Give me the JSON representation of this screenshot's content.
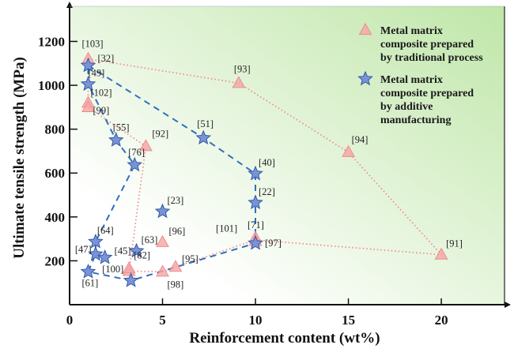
{
  "chart_data": {
    "type": "scatter",
    "title": "",
    "xlabel": "Reinforcement content (wt%)",
    "ylabel": "Ultimate tensile strength (MPa)",
    "xlim": [
      0,
      23.4
    ],
    "ylim": [
      0,
      1360
    ],
    "xticks": [
      0,
      5,
      10,
      15,
      20
    ],
    "yticks": [
      200,
      400,
      600,
      800,
      1000,
      1200
    ],
    "grid": false,
    "legend_position": "top-right",
    "colors": {
      "traditional": "#f4a6a6",
      "additive": "#7b93d6",
      "additive_line": "#2f6fc0",
      "traditional_line": "#f08c8c",
      "background_start": "#ffffff",
      "background_end": "#bfe6a8"
    },
    "series": [
      {
        "name": "Metal matrix composite prepared by traditional process",
        "legend_lines": [
          "Metal matrix",
          "composite prepared",
          "by traditional process"
        ],
        "marker": "triangle",
        "points": [
          {
            "x": 1.0,
            "y": 1120,
            "label": "[103]"
          },
          {
            "x": 9.1,
            "y": 1010,
            "label": "[93]"
          },
          {
            "x": 15.0,
            "y": 695,
            "label": "[94]"
          },
          {
            "x": 20.0,
            "y": 228,
            "label": "[91]"
          },
          {
            "x": 10.0,
            "y": 305,
            "label": "[71]"
          },
          {
            "x": 10.0,
            "y": 290,
            "label": "[101]"
          },
          {
            "x": 5.7,
            "y": 172,
            "label": "[95]"
          },
          {
            "x": 5.0,
            "y": 150,
            "label": "[98]"
          },
          {
            "x": 3.2,
            "y": 153,
            "label": "[82]"
          },
          {
            "x": 3.2,
            "y": 165,
            "label": "[100]"
          },
          {
            "x": 4.1,
            "y": 722,
            "label": "[92]"
          },
          {
            "x": 1.0,
            "y": 920,
            "label": "[102]"
          },
          {
            "x": 1.0,
            "y": 900,
            "label": "[99]"
          },
          {
            "x": 5.0,
            "y": 285,
            "label": "[96]"
          }
        ],
        "envelope": [
          [
            1.0,
            1120
          ],
          [
            9.1,
            1010
          ],
          [
            15.0,
            695
          ],
          [
            20.0,
            228
          ],
          [
            10.0,
            295
          ],
          [
            5.7,
            172
          ],
          [
            5.0,
            150
          ],
          [
            3.2,
            153
          ],
          [
            4.1,
            722
          ],
          [
            1.0,
            900
          ],
          [
            1.0,
            1120
          ]
        ]
      },
      {
        "name": "Metal matrix composite prepared by additive manufacturing",
        "legend_lines": [
          "Metal matrix",
          "composite prepared",
          "by additive",
          "manufacturing"
        ],
        "marker": "star",
        "points": [
          {
            "x": 1.0,
            "y": 1090,
            "label": "[32]"
          },
          {
            "x": 1.0,
            "y": 1005,
            "label": "[49]"
          },
          {
            "x": 2.5,
            "y": 750,
            "label": "[55]"
          },
          {
            "x": 3.5,
            "y": 637,
            "label": "[76]"
          },
          {
            "x": 7.2,
            "y": 760,
            "label": "[51]"
          },
          {
            "x": 10.0,
            "y": 597,
            "label": "[40]"
          },
          {
            "x": 10.0,
            "y": 465,
            "label": "[22]"
          },
          {
            "x": 10.0,
            "y": 280,
            "label": "[97]"
          },
          {
            "x": 5.0,
            "y": 425,
            "label": "[23]"
          },
          {
            "x": 1.4,
            "y": 287,
            "label": "[64]"
          },
          {
            "x": 1.4,
            "y": 230,
            "label": "[47]"
          },
          {
            "x": 1.9,
            "y": 215,
            "label": "[45]"
          },
          {
            "x": 3.6,
            "y": 245,
            "label": "[63]"
          },
          {
            "x": 1.0,
            "y": 150,
            "label": "[61]"
          },
          {
            "x": 3.3,
            "y": 110,
            "label": ""
          }
        ],
        "envelope": [
          [
            1.0,
            1090
          ],
          [
            7.2,
            760
          ],
          [
            10.0,
            597
          ],
          [
            10.0,
            465
          ],
          [
            10.0,
            280
          ],
          [
            3.3,
            110
          ],
          [
            1.0,
            150
          ],
          [
            1.4,
            230
          ],
          [
            1.4,
            287
          ],
          [
            3.5,
            637
          ],
          [
            2.5,
            750
          ],
          [
            1.0,
            1005
          ],
          [
            1.0,
            1090
          ]
        ]
      }
    ]
  }
}
